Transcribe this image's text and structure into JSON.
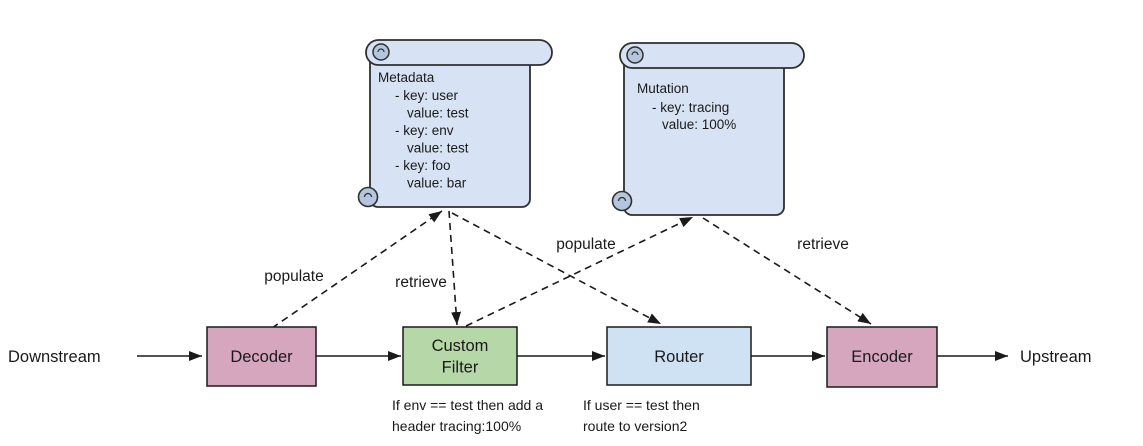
{
  "flow": {
    "downstream_label": "Downstream",
    "upstream_label": "Upstream",
    "boxes": {
      "decoder": "Decoder",
      "custom_filter": [
        "Custom",
        "Filter"
      ],
      "router": "Router",
      "encoder": "Encoder"
    },
    "captions": {
      "custom_filter": [
        "If env == test then add a",
        "header tracing:100%"
      ],
      "router": [
        "If user == test then",
        "route to version2"
      ]
    }
  },
  "scrolls": {
    "metadata": {
      "title": "Metadata",
      "lines": [
        "- key: user",
        "value: test",
        "- key: env",
        "value: test",
        "- key: foo",
        "value: bar"
      ]
    },
    "mutation": {
      "title": "Mutation",
      "lines": [
        "- key: tracing",
        "value: 100%"
      ]
    }
  },
  "edges": {
    "decoder_to_metadata": "populate",
    "metadata_to_custom_filter": "retrieve",
    "custom_filter_to_mutation": "populate",
    "mutation_to_encoder": "retrieve"
  },
  "colors": {
    "decoder_fill": "#d5a6bd",
    "encoder_fill": "#d5a6bd",
    "custom_filter_fill": "#b6d7a8",
    "router_fill": "#cfe2f3",
    "scroll_fill": "#d7e3f4",
    "scroll_curl_fill": "#b3c6de",
    "line": "#1a1a1a"
  }
}
